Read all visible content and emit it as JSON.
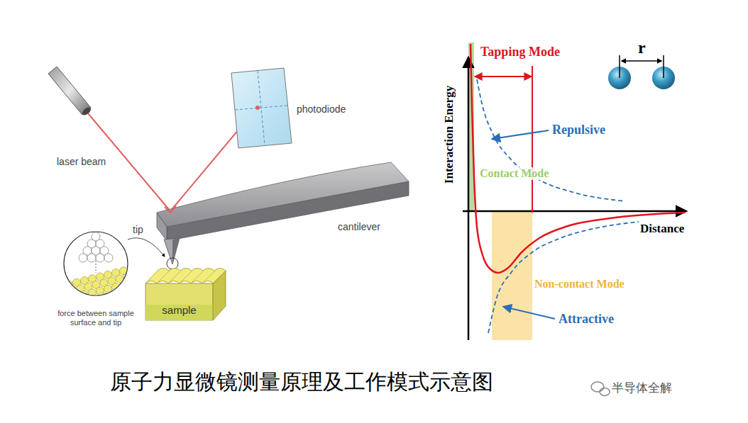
{
  "diagram": {
    "caption": "原子力显微镜测量原理及工作模式示意图",
    "nodes": [
      {
        "text": [
          "sample"
        ]
      }
    ],
    "labels": [
      "laser beam",
      "photodiode",
      "tip",
      "force between sample surface and tip",
      "cantilever",
      "Tapping Mode",
      "r",
      "Interaction Energy",
      "Repulsive",
      "Contact Mode",
      "Distance",
      "Non-contact Mode",
      "Attractive",
      "半导体全解"
    ]
  }
}
